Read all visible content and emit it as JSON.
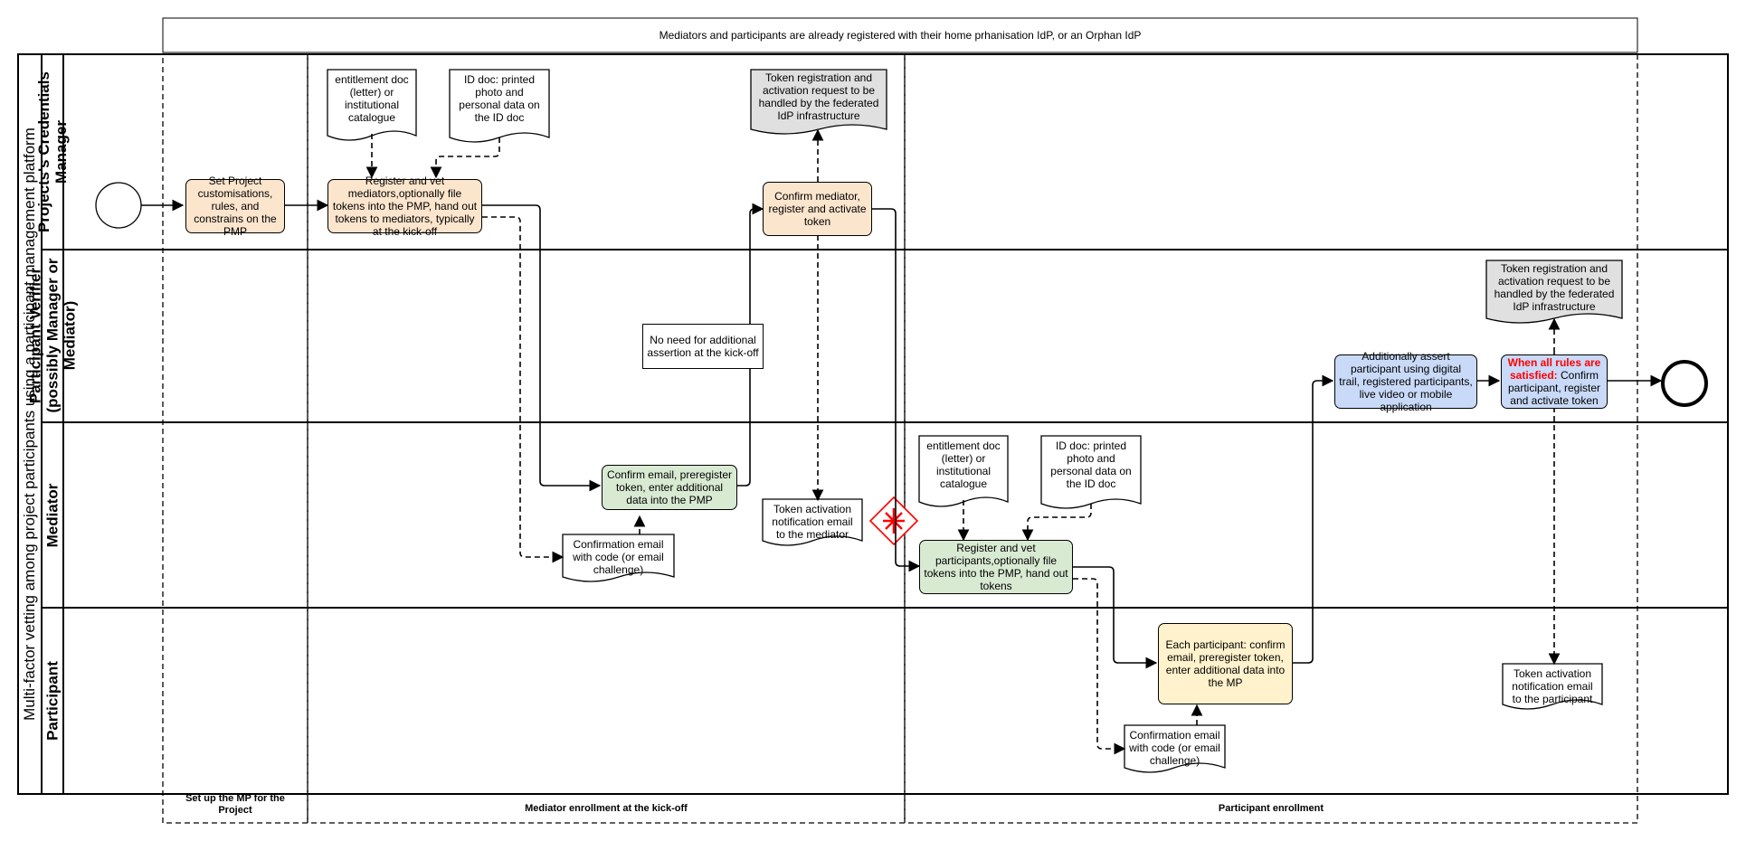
{
  "pool_title": "Multi-factor vetting among project participants using a participant management platform",
  "header_text": "Mediators and participants are already registered  with their home prhanisation IdP, or an Orphan IdP",
  "lanes": [
    "Projects's Credentials Manager",
    "Participant Verifier (possibly Manager or Mediator)",
    "Mediator",
    "Participant"
  ],
  "phases": [
    "Set up the MP for the Project",
    "Mediator enrollment at the kick-off",
    "Participant enrollment"
  ],
  "tasks": {
    "set_project": "Set Project customisations, rules, and constrains on the PMP",
    "register_mediators": "Register and vet mediators,optionally file tokens into the PMP, hand out tokens to  mediators, typically at the kick-off",
    "confirm_mediator": "Confirm mediator, register and activate token",
    "mediator_confirm_email": "Confirm email, preregister token, enter additional data into the PMP",
    "register_participants": "Register and vet participants,optionally file tokens into the PMP, hand out tokens",
    "participant_confirm": "Each participant: confirm email, preregister token, enter additional data into the MP",
    "additionally_assert": "Additionally assert participant using digital trail, registered participants, live video or mobile application",
    "final_confirm_red": "When all rules are satisfied:",
    "final_confirm_rest": " Confirm participant, register and activate token"
  },
  "documents": {
    "entitlement_doc_1": "entitlement doc (letter) or institutional catalogue",
    "id_doc_1": "ID doc: printed photo and personal data on the ID doc",
    "token_request_1": "Token registration and activation request  to be handled by the federated IdP infrastructure",
    "confirmation_email_1": "Confirmation email with code (or email challenge)",
    "activation_notification_mediator": "Token activation notification email to the mediator",
    "entitlement_doc_2": "entitlement doc (letter) or institutional catalogue",
    "id_doc_2": "ID doc: printed photo and personal data on the ID doc",
    "token_request_2": "Token registration and activation request  to be handled by the federated IdP infrastructure",
    "confirmation_email_2": "Confirmation email with code (or email challenge)",
    "activation_notification_participant": "Token activation notification email to the participant"
  },
  "annotations": {
    "no_need": "No need for additional assertion at the kick-off"
  },
  "colors": {
    "orange": "#fce5cd",
    "green": "#d9ead3",
    "blue": "#c9daf8",
    "yellow": "#fff2cc",
    "gray_doc": "#e0e0e0",
    "gateway_red": "#ff0000"
  }
}
